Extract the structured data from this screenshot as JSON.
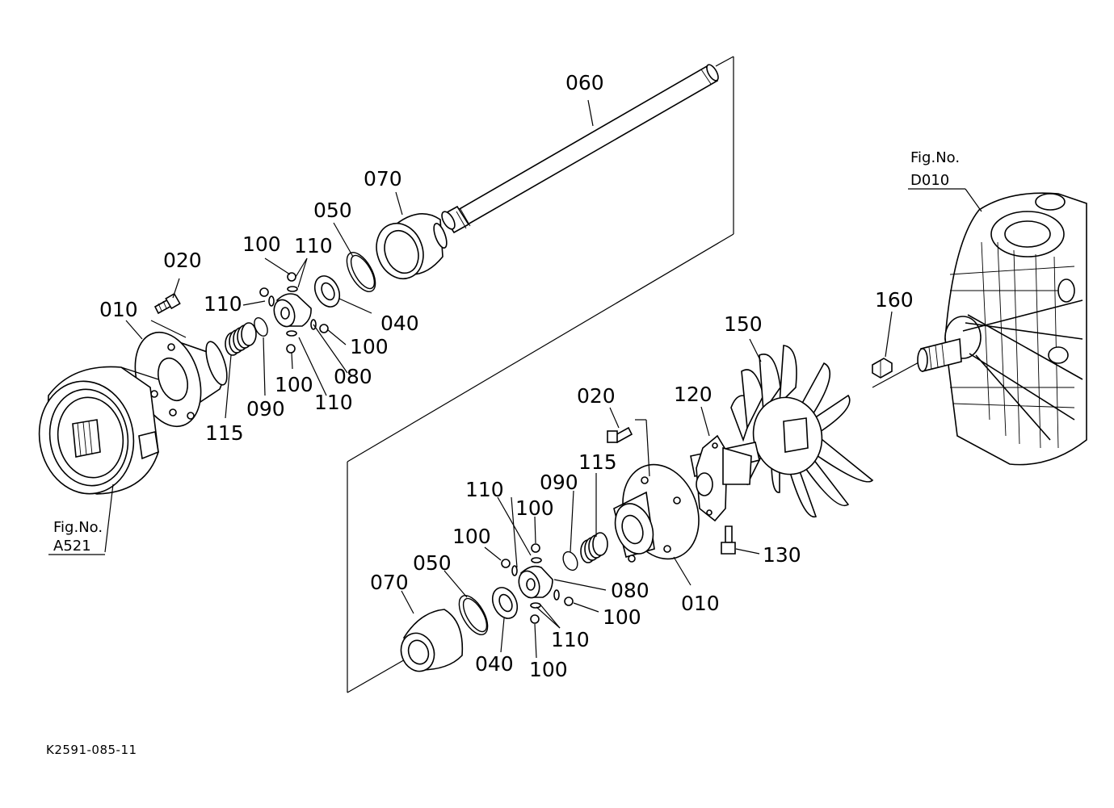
{
  "diagram": {
    "drawing_code": "K2591-085-11",
    "upper_assembly": {
      "labels": {
        "shaft": "060",
        "boot": "070",
        "snap_ring": "050",
        "ball_a": "100",
        "oring_a": "110",
        "bolt": "020",
        "oring_b": "110",
        "washer": "040",
        "flange": "010",
        "ball_b": "100",
        "joint": "080",
        "ball_c": "100",
        "oring_c": "110",
        "circlip": "090",
        "spring": "115"
      },
      "reference": {
        "line1": "Fig.No.",
        "line2": "A521"
      }
    },
    "lower_assembly": {
      "labels": {
        "fan": "150",
        "nut": "160",
        "bolt": "020",
        "bracket": "120",
        "spring": "115",
        "circlip": "090",
        "oring_a": "110",
        "ball_a": "100",
        "ball_b": "100",
        "snap_ring": "050",
        "boot": "070",
        "joint": "080",
        "flange": "010",
        "bolt_b": "130",
        "ball_c": "100",
        "oring_b": "110",
        "washer": "040",
        "ball_d": "100"
      },
      "reference": {
        "line1": "Fig.No.",
        "line2": "D010"
      }
    }
  }
}
